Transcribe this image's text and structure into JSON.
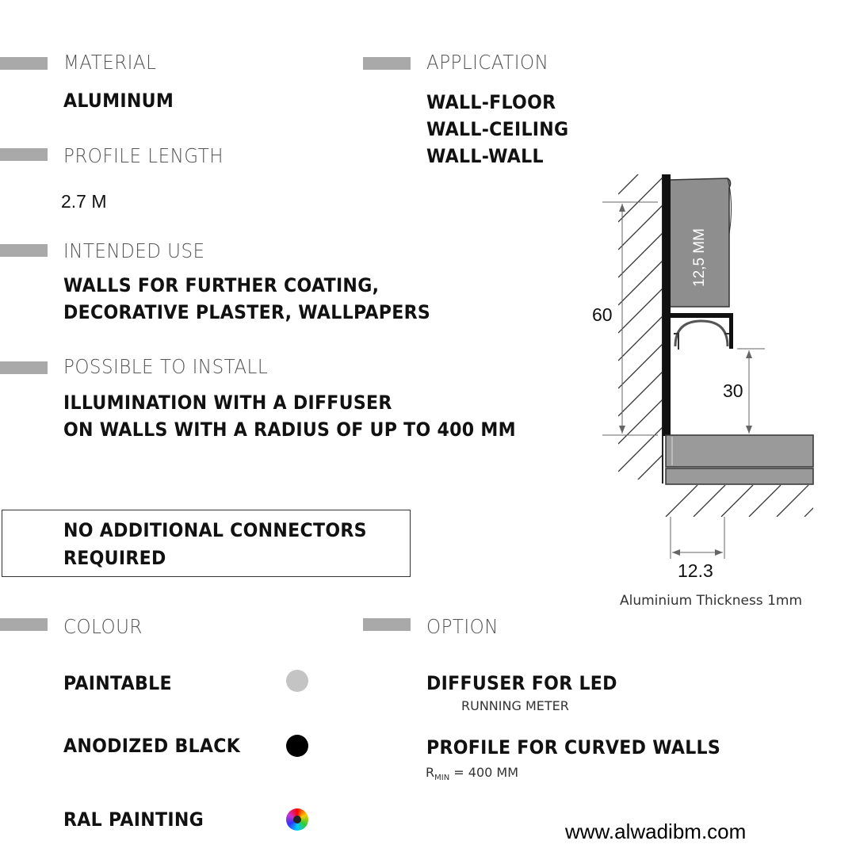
{
  "material": {
    "heading": "MATERIAL",
    "value": "ALUMINUM"
  },
  "application": {
    "heading": "APPLICATION",
    "values": [
      "WALL-FLOOR",
      "WALL-CEILING",
      "WALL-WALL"
    ]
  },
  "profile_length": {
    "heading": "PROFILE LENGTH",
    "value": "2.7 M"
  },
  "intended_use": {
    "heading": "INTENDED USE",
    "lines": [
      "WALLS FOR FURTHER COATING,",
      "DECORATIVE PLASTER, WALLPAPERS"
    ]
  },
  "possible_to_install": {
    "heading": "POSSIBLE TO INSTALL",
    "lines": [
      "ILLUMINATION WITH A DIFFUSER",
      "ON WALLS WITH A RADIUS OF UP TO 400 MM"
    ]
  },
  "notice": {
    "lines": [
      "NO ADDITIONAL CONNECTORS",
      "REQUIRED"
    ]
  },
  "drawing": {
    "dim_height": "60",
    "dim_gap": "30",
    "dim_panel": "12,5 MM",
    "dim_width": "12.3",
    "thickness_note": "Aluminium Thickness 1mm"
  },
  "colour": {
    "heading": "COLOUR",
    "items": [
      {
        "label": "PAINTABLE",
        "swatch": "#c4c4c4"
      },
      {
        "label": "ANODIZED BLACK",
        "swatch": "#000000"
      },
      {
        "label": "RAL PAINTING",
        "swatch": "multicolor"
      }
    ]
  },
  "option": {
    "heading": "OPTION",
    "items": [
      {
        "label": "DIFFUSER FOR LED",
        "note": "RUNNING METER"
      },
      {
        "label": "PROFILE FOR CURVED WALLS",
        "note_prefix": "R",
        "note_sub": "MIN",
        "note_suffix": " = 400 MM"
      }
    ]
  },
  "website": "www.alwadibm.com"
}
